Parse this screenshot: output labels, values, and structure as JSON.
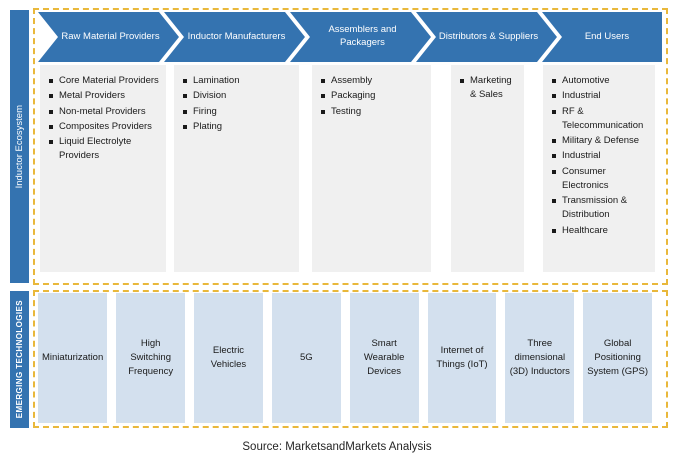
{
  "ecosystem": {
    "side_label": "Inductor Ecosystem",
    "stages": [
      {
        "label": "Raw Material Providers",
        "items": [
          "Core Material Providers",
          "Metal Providers",
          "Non-metal Providers",
          "Composites Providers",
          "Liquid Electrolyte Providers"
        ]
      },
      {
        "label": "Inductor Manufacturers",
        "items": [
          "Lamination",
          "Division",
          "Firing",
          "Plating"
        ]
      },
      {
        "label": "Assemblers and Packagers",
        "items": [
          "Assembly",
          "Packaging",
          "Testing"
        ]
      },
      {
        "label": "Distributors & Suppliers",
        "items": [
          "Marketing & Sales"
        ]
      },
      {
        "label": "End Users",
        "items": [
          "Automotive",
          "Industrial",
          "RF & Telecommunication",
          "Military & Defense",
          "Industrial",
          "Consumer Electronics",
          "Transmission & Distribution",
          "Healthcare"
        ]
      }
    ]
  },
  "emerging": {
    "side_label": "EMERGING TECHNOLOGIES",
    "items": [
      "Miniaturization",
      "High Switching Frequency",
      "Electric Vehicles",
      "5G",
      "Smart Wearable Devices",
      "Internet of Things (IoT)",
      "Three dimensional (3D) Inductors",
      "Global Positioning System (GPS)"
    ]
  },
  "source": "Source: MarketsandMarkets Analysis",
  "colors": {
    "stage_blue": "#3473B0",
    "tech_light_blue": "#D3E0EE",
    "column_gray": "#F0F0F0",
    "panel_border_gold": "#E9B83B"
  }
}
